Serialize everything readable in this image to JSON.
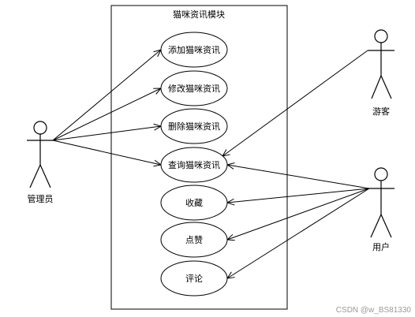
{
  "system": {
    "title": "猫咪资讯模块"
  },
  "use_cases": [
    {
      "id": "add",
      "label": "添加猫咪资讯"
    },
    {
      "id": "edit",
      "label": "修改猫咪资讯"
    },
    {
      "id": "delete",
      "label": "删除猫咪资讯"
    },
    {
      "id": "query",
      "label": "查询猫咪资讯"
    },
    {
      "id": "fav",
      "label": "收藏"
    },
    {
      "id": "like",
      "label": "点赞"
    },
    {
      "id": "comment",
      "label": "评论"
    }
  ],
  "actors": [
    {
      "id": "admin",
      "label": "管理员"
    },
    {
      "id": "guest",
      "label": "游客"
    },
    {
      "id": "user",
      "label": "用户"
    }
  ],
  "associations": [
    {
      "from": "admin",
      "to": "add"
    },
    {
      "from": "admin",
      "to": "edit"
    },
    {
      "from": "admin",
      "to": "delete"
    },
    {
      "from": "admin",
      "to": "query"
    },
    {
      "from": "guest",
      "to": "query"
    },
    {
      "from": "user",
      "to": "query"
    },
    {
      "from": "user",
      "to": "fav"
    },
    {
      "from": "user",
      "to": "like"
    },
    {
      "from": "user",
      "to": "comment"
    }
  ],
  "watermark": "CSDN @w_BS81330"
}
